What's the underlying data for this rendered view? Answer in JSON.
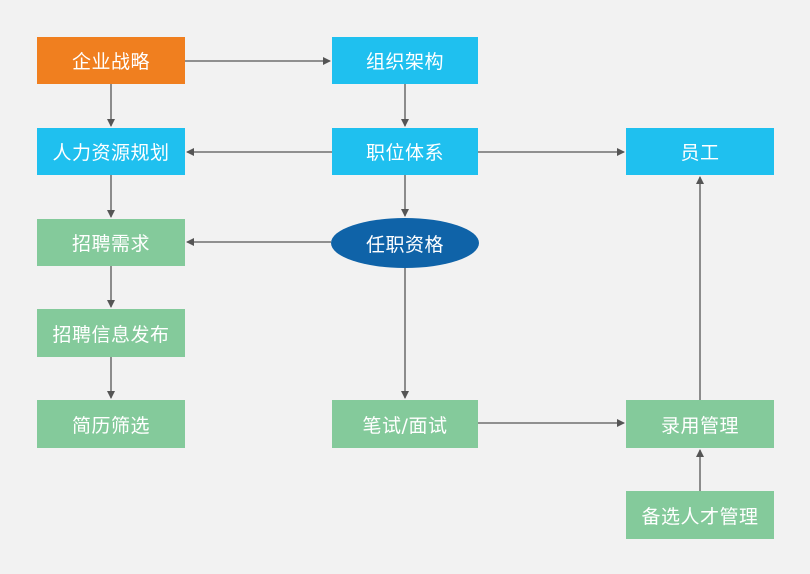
{
  "nodes": {
    "strategy": "企业战略",
    "hr_plan": "人力资源规划",
    "recruit_demand": "招聘需求",
    "recruit_publish": "招聘信息发布",
    "resume_screening": "简历筛选",
    "org_structure": "组织架构",
    "job_system": "职位体系",
    "qualification": "任职资格",
    "written_interview": "笔试/面试",
    "employee": "员工",
    "hiring_management": "录用管理",
    "talent_pool": "备选人才管理"
  },
  "edges": [
    {
      "from": "企业战略",
      "to": "组织架构"
    },
    {
      "from": "企业战略",
      "to": "人力资源规划"
    },
    {
      "from": "组织架构",
      "to": "职位体系"
    },
    {
      "from": "职位体系",
      "to": "人力资源规划"
    },
    {
      "from": "职位体系",
      "to": "员工"
    },
    {
      "from": "职位体系",
      "to": "任职资格"
    },
    {
      "from": "人力资源规划",
      "to": "招聘需求"
    },
    {
      "from": "任职资格",
      "to": "招聘需求"
    },
    {
      "from": "招聘需求",
      "to": "招聘信息发布"
    },
    {
      "from": "招聘信息发布",
      "to": "简历筛选"
    },
    {
      "from": "任职资格",
      "to": "笔试/面试"
    },
    {
      "from": "笔试/面试",
      "to": "录用管理"
    },
    {
      "from": "备选人才管理",
      "to": "录用管理"
    },
    {
      "from": "录用管理",
      "to": "员工"
    }
  ],
  "colors": {
    "background": "#f2f2f2",
    "strategy_fill": "#f07f1f",
    "blue_fill": "#1fc0ef",
    "green_fill": "#84ca9b",
    "ellipse_fill": "#0f63a8",
    "text": "#ffffff",
    "connector": "#555555"
  }
}
